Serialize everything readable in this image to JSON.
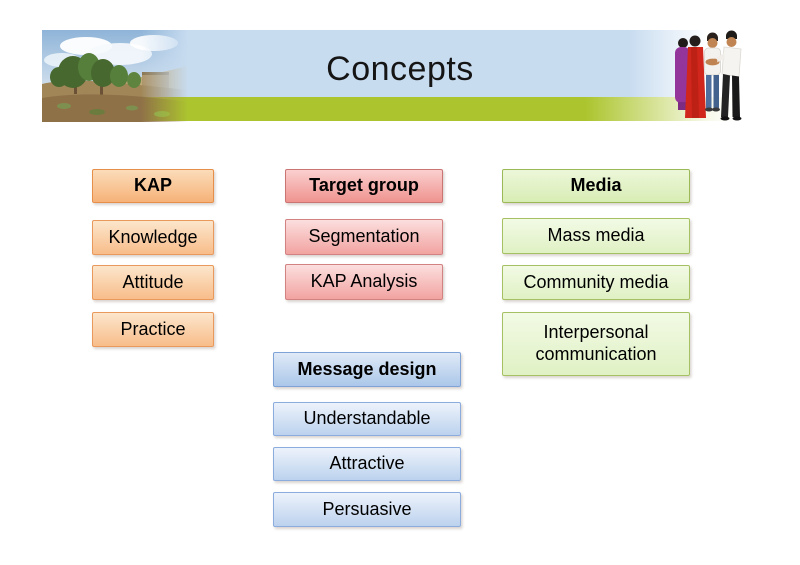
{
  "header": {
    "title": "Concepts"
  },
  "groups": [
    {
      "name": "KAP",
      "items": [
        "Knowledge",
        "Attitude",
        "Practice"
      ]
    },
    {
      "name": "Target group",
      "items": [
        "Segmentation",
        "KAP Analysis"
      ]
    },
    {
      "name": "Message design",
      "items": [
        "Understandable",
        "Attractive",
        "Persuasive"
      ]
    },
    {
      "name": "Media",
      "items": [
        "Mass media",
        "Community media",
        "Interpersonal communication"
      ]
    }
  ],
  "colors": {
    "banner_blue": "#C8DCF0",
    "banner_green": "#ACC52F",
    "orange_fill_top": "#FCE6CC",
    "orange_fill_bottom": "#F8BD8A",
    "orange_border": "#E9995B",
    "pink_fill_top": "#FBDFDE",
    "pink_fill_bottom": "#F2A3A1",
    "pink_border": "#D28280",
    "blue_fill_top": "#EDF3FB",
    "blue_fill_bottom": "#BCD2EE",
    "blue_border": "#8BACDC",
    "green_fill_top": "#F2FAE5",
    "green_fill_bottom": "#E0F1C4",
    "green_border": "#A6C163",
    "title_color": "#151515"
  },
  "photos": {
    "left": "rural-landscape-photo",
    "right": "people-group-photo"
  }
}
